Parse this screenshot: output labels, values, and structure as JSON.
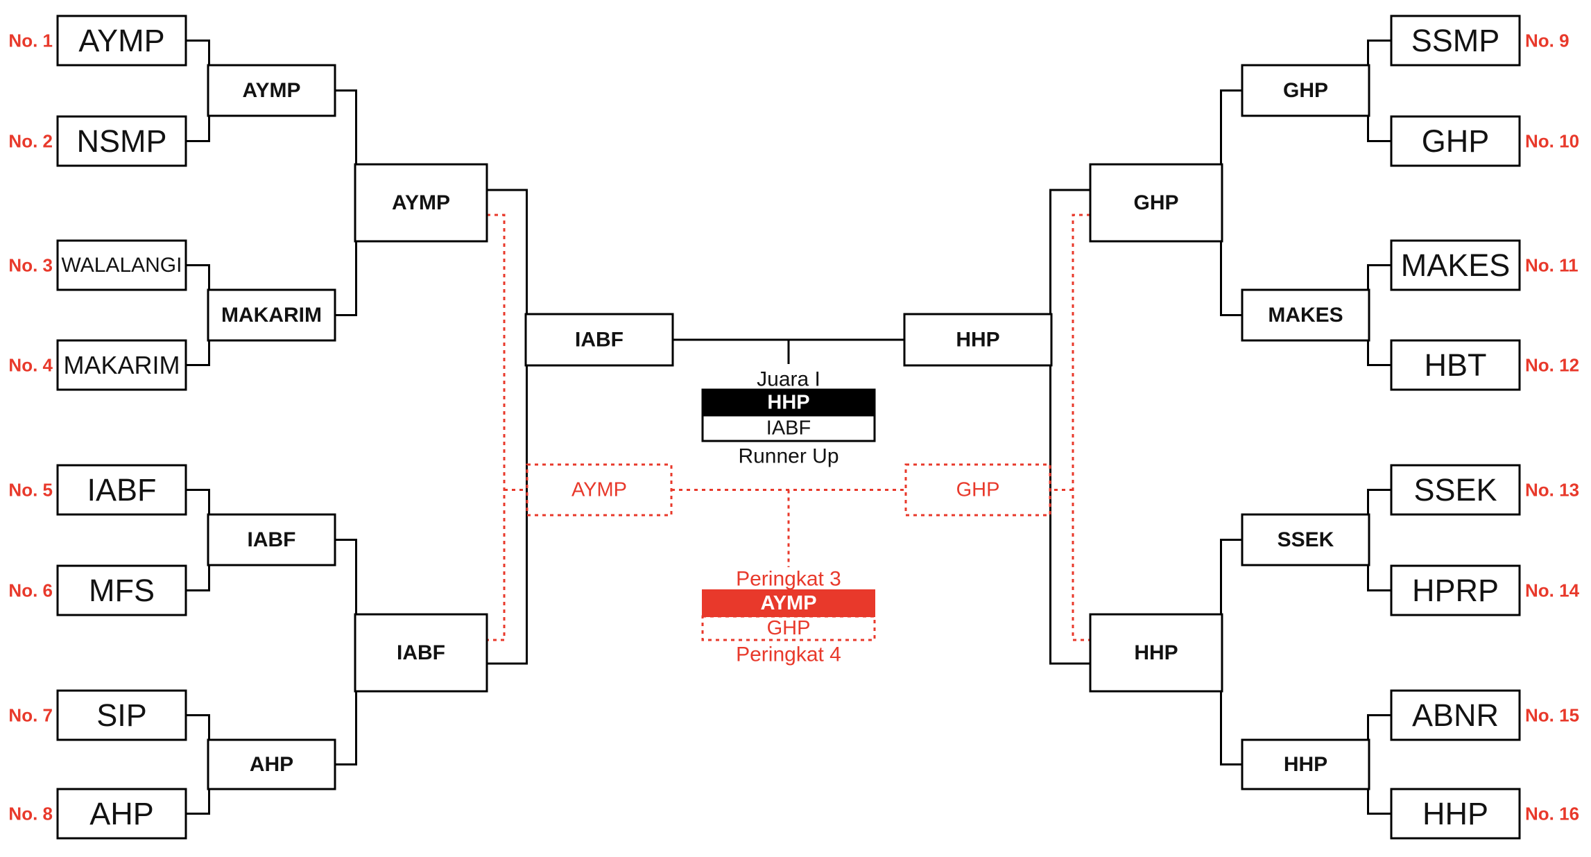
{
  "colors": {
    "red": "#E8392B",
    "black": "#000000",
    "background": "#FFFFFF"
  },
  "left": {
    "seeds": [
      {
        "no": "No. 1",
        "team": "AYMP"
      },
      {
        "no": "No. 2",
        "team": "NSMP"
      },
      {
        "no": "No. 3",
        "team": "WALALANGI"
      },
      {
        "no": "No. 4",
        "team": "MAKARIM"
      },
      {
        "no": "No. 5",
        "team": "IABF"
      },
      {
        "no": "No. 6",
        "team": "MFS"
      },
      {
        "no": "No. 7",
        "team": "SIP"
      },
      {
        "no": "No. 8",
        "team": "AHP"
      }
    ],
    "round2_winners": [
      "AYMP",
      "MAKARIM",
      "IABF",
      "AHP"
    ],
    "semifinalists": [
      "AYMP",
      "IABF"
    ],
    "finalist": "IABF",
    "third_place_qualifier": "AYMP"
  },
  "right": {
    "seeds": [
      {
        "no": "No. 9",
        "team": "SSMP"
      },
      {
        "no": "No. 10",
        "team": "GHP"
      },
      {
        "no": "No. 11",
        "team": "MAKES"
      },
      {
        "no": "No. 12",
        "team": "HBT"
      },
      {
        "no": "No. 13",
        "team": "SSEK"
      },
      {
        "no": "No. 14",
        "team": "HPRP"
      },
      {
        "no": "No. 15",
        "team": "ABNR"
      },
      {
        "no": "No. 16",
        "team": "HHP"
      }
    ],
    "round2_winners": [
      "GHP",
      "MAKES",
      "SSEK",
      "HHP"
    ],
    "semifinalists": [
      "GHP",
      "HHP"
    ],
    "finalist": "HHP",
    "third_place_qualifier": "GHP"
  },
  "final": {
    "champion_label": "Juara I",
    "champion": "HHP",
    "runner_up": "IABF",
    "runner_up_label": "Runner Up"
  },
  "third_place": {
    "third_label": "Peringkat 3",
    "third": "AYMP",
    "fourth": "GHP",
    "fourth_label": "Peringkat 4"
  }
}
